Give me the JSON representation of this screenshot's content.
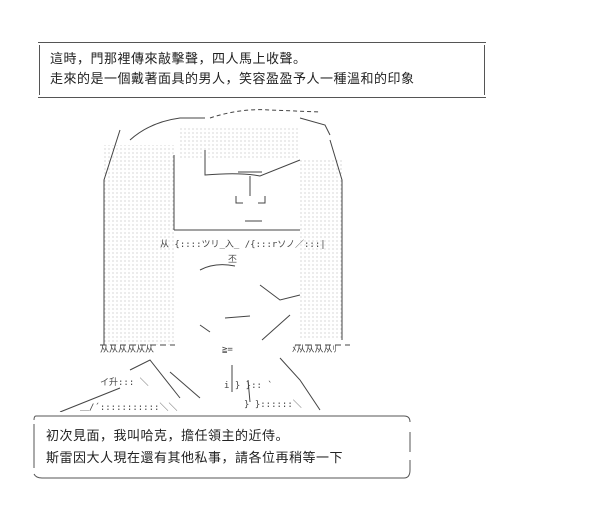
{
  "narration_top": {
    "line1": "這時，門那裡傳來敲擊聲，四人馬上收聲。",
    "line2": "走來的是一個戴著面具的男人，笑容盈盈予人一種溫和的印象"
  },
  "narration_bottom": {
    "line1": "初次見面，我叫哈克，擔任領主的近侍。",
    "line2": "斯雷因大人現在還有其他私事，請各位再稍等一下"
  },
  "colors": {
    "ink": "#222222",
    "frame": "#555555",
    "background": "#ffffff"
  }
}
